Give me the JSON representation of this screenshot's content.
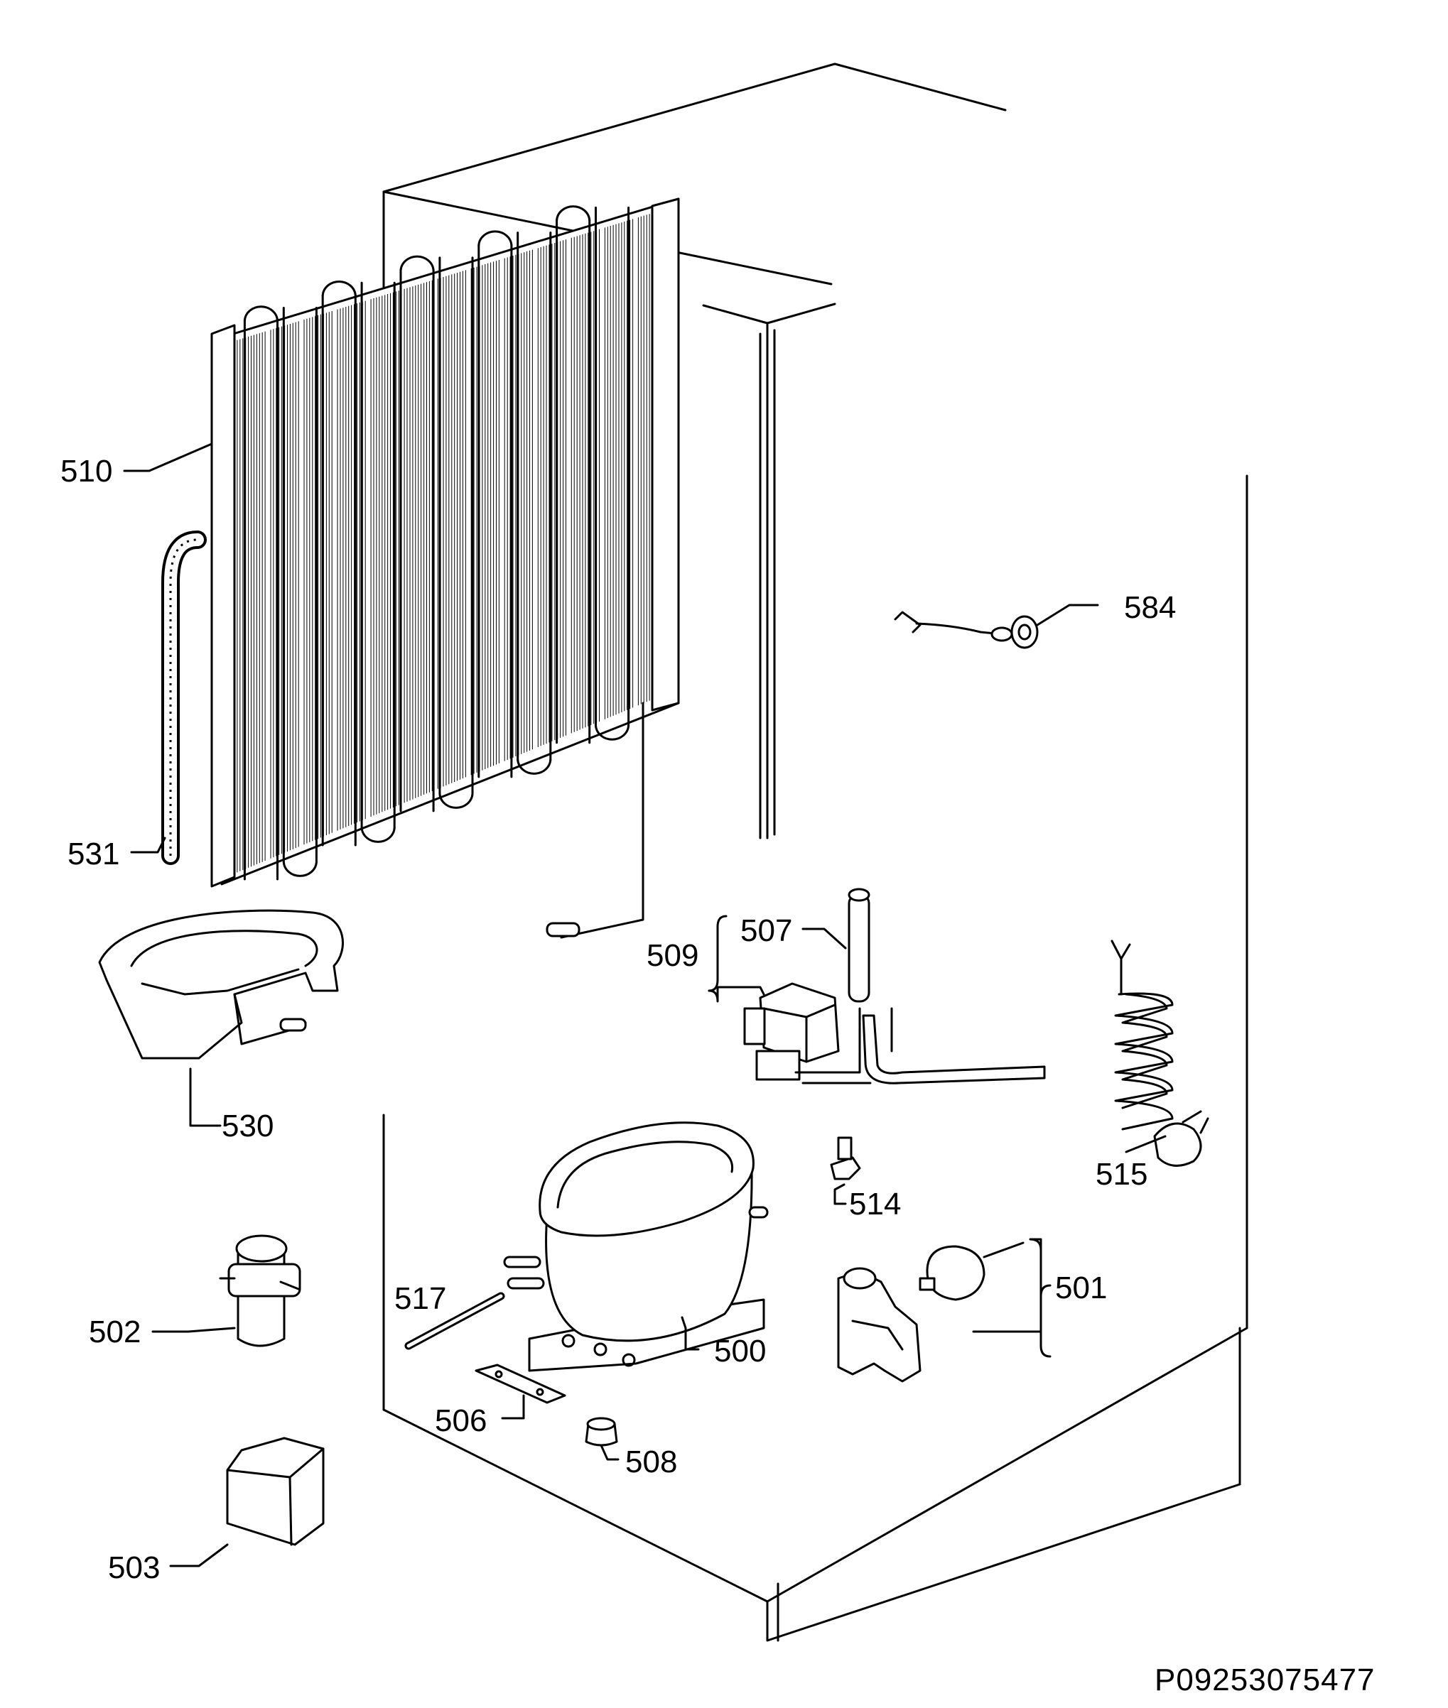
{
  "diagram": {
    "document_code": "P09253075477",
    "parts": [
      {
        "id": "condenser",
        "label": "510"
      },
      {
        "id": "drain-hose",
        "label": "531"
      },
      {
        "id": "drip-tray",
        "label": "530"
      },
      {
        "id": "starter-relay",
        "label": "502"
      },
      {
        "id": "start-capacitor",
        "label": "503"
      },
      {
        "id": "drier-filter",
        "label": "507"
      },
      {
        "id": "solenoid-valve-group",
        "label": "509"
      },
      {
        "id": "sensor-probe",
        "label": "584"
      },
      {
        "id": "power-cable",
        "label": "515"
      },
      {
        "id": "grommet",
        "label": "514"
      },
      {
        "id": "compressor",
        "label": "500"
      },
      {
        "id": "tube-rod",
        "label": "517"
      },
      {
        "id": "mounting-bracket",
        "label": "506"
      },
      {
        "id": "rubber-foot",
        "label": "508"
      },
      {
        "id": "relay-thermal-protector-group",
        "label": "501"
      }
    ]
  }
}
